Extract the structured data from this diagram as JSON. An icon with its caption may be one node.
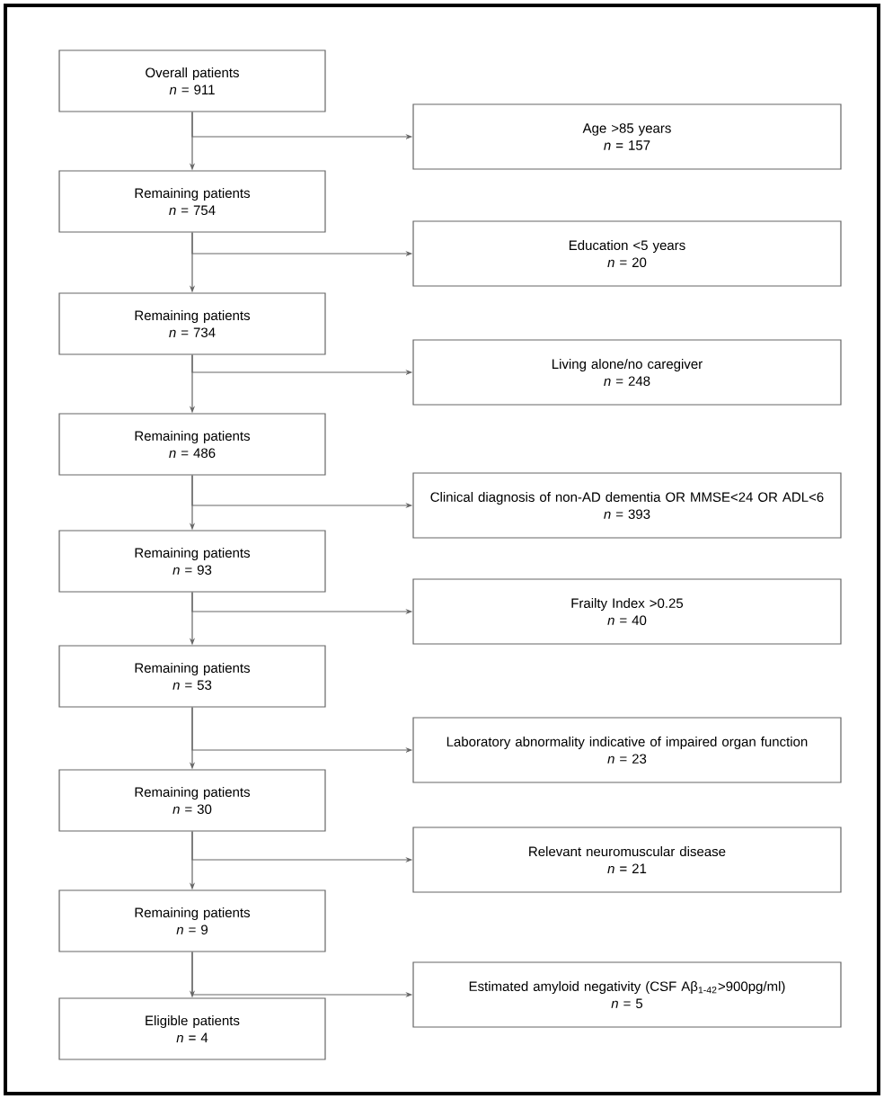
{
  "diagram": {
    "nodes": [
      {
        "text": [
          "Overall patients",
          "*n* = 911"
        ]
      },
      {
        "text": [
          "Age >85 years",
          "*n* = 157"
        ]
      },
      {
        "text": [
          "Remaining patients",
          "*n* = 754"
        ]
      },
      {
        "text": [
          "Education <5 years",
          "*n* = 20"
        ]
      },
      {
        "text": [
          "Remaining patients",
          "*n* = 734"
        ]
      },
      {
        "text": [
          "Living alone/no caregiver",
          "*n* = 248"
        ]
      },
      {
        "text": [
          "Remaining patients",
          "*n* = 486"
        ]
      },
      {
        "text": [
          "Clinical diagnosis of non-AD dementia OR MMSE<24 OR ADL<6",
          "*n* = 393"
        ]
      },
      {
        "text": [
          "Remaining patients",
          "*n* = 93"
        ]
      },
      {
        "text": [
          "Frailty Index >0.25",
          "*n* = 40"
        ]
      },
      {
        "text": [
          "Remaining patients",
          "*n* = 53"
        ]
      },
      {
        "text": [
          "Laboratory abnormality indicative of impaired organ function",
          "*n* = 23"
        ]
      },
      {
        "text": [
          "Remaining patients",
          "*n* = 30"
        ]
      },
      {
        "text": [
          "Relevant neuromuscular disease",
          "*n* = 21"
        ]
      },
      {
        "text": [
          "Remaining patients",
          "*n* = 9"
        ]
      },
      {
        "text": [
          "Estimated amyloid negativity (CSF Aβ$_{1-42}$>900pg/ml)",
          "*n* = 5"
        ]
      },
      {
        "text": [
          "Eligible patients",
          "*n* = 4"
        ]
      }
    ],
    "edges": [
      {
        "from": 0,
        "to": 2,
        "arrow": "to"
      },
      {
        "from": 0,
        "to": 1,
        "arrow": "to"
      },
      {
        "from": 2,
        "to": 4,
        "arrow": "to"
      },
      {
        "from": 2,
        "to": 3,
        "arrow": "to"
      },
      {
        "from": 4,
        "to": 6,
        "arrow": "to"
      },
      {
        "from": 4,
        "to": 5,
        "arrow": "to"
      },
      {
        "from": 6,
        "to": 8,
        "arrow": "to"
      },
      {
        "from": 6,
        "to": 7,
        "arrow": "to"
      },
      {
        "from": 8,
        "to": 10,
        "arrow": "to"
      },
      {
        "from": 8,
        "to": 9,
        "arrow": "to"
      },
      {
        "from": 10,
        "to": 12,
        "arrow": "to"
      },
      {
        "from": 10,
        "to": 11,
        "arrow": "to"
      },
      {
        "from": 12,
        "to": 14,
        "arrow": "to"
      },
      {
        "from": 12,
        "to": 13,
        "arrow": "to"
      },
      {
        "from": 14,
        "to": 16,
        "arrow": "to"
      },
      {
        "from": 14,
        "to": 15,
        "arrow": "to"
      }
    ]
  }
}
